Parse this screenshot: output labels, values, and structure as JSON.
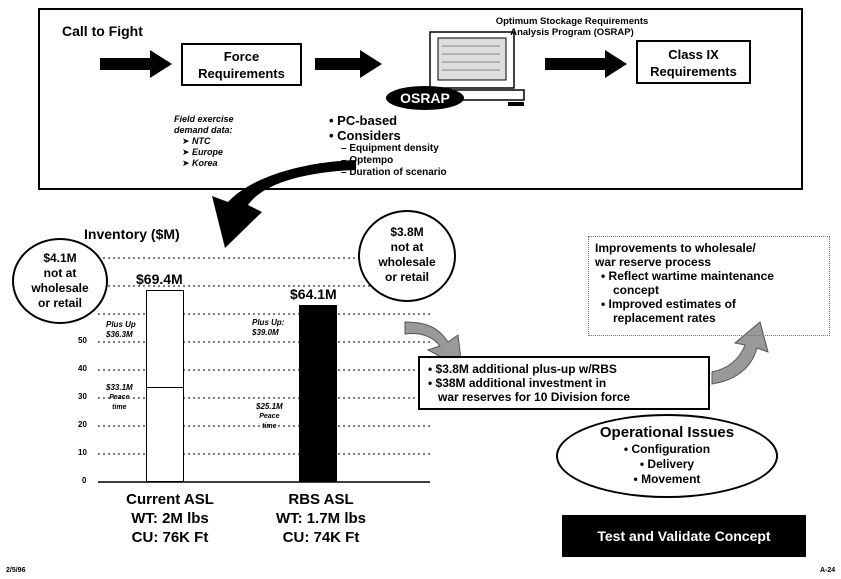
{
  "top": {
    "call_to_fight": "Call to Fight",
    "force_req_l1": "Force",
    "force_req_l2": "Requirements",
    "osrap_title_l1": "Optimum Stockage Requirements",
    "osrap_title_l2": "Analysis Program (OSRAP)",
    "osrap_badge": "OSRAP",
    "class_ix_l1": "Class IX",
    "class_ix_l2": "Requirements",
    "field_l1": "Field exercise",
    "field_l2": "demand data:",
    "field_items": [
      "➤ NTC",
      "➤ Europe",
      "➤ Korea"
    ],
    "pc_based": "• PC-based",
    "considers": "• Considers",
    "considers_items": [
      "– Equipment density",
      "– Optempo",
      "– Duration of scenario"
    ]
  },
  "inventory": {
    "title": "Inventory ($M)",
    "cloud_left": [
      "$4.1M",
      "not at",
      "wholesale",
      "or retail"
    ],
    "cloud_right": [
      "$3.8M",
      "not at",
      "wholesale",
      "or retail"
    ],
    "current_total": "$69.4M",
    "rbs_total": "$64.1M",
    "current_plus_l1": "Plus Up",
    "current_plus_l2": "$36.3M",
    "current_peace_l1": "$33.1M",
    "current_peace_l2": "Peace",
    "current_peace_l3": "time",
    "rbs_plus_l1": "Plus Up:",
    "rbs_plus_l2": "$39.0M",
    "rbs_peace_l1": "$25.1M",
    "rbs_peace_l2": "Peace",
    "rbs_peace_l3": "time",
    "ticks": [
      "0",
      "10",
      "20",
      "30",
      "40",
      "50"
    ],
    "current_label": "Current ASL",
    "current_wt": "WT:  2M  lbs",
    "current_cu": "CU:  76K  Ft",
    "rbs_label": "RBS ASL",
    "rbs_wt": "WT:  1.7M  lbs",
    "rbs_cu": "CU:  74K  Ft"
  },
  "right": {
    "improvements_l1": "Improvements to wholesale/",
    "improvements_l2": "war reserve process",
    "improvements_items": [
      "• Reflect wartime maintenance",
      "concept",
      "• Improved estimates of",
      "replacement rates"
    ],
    "rbs_items": [
      "• $3.8M additional plus-up w/RBS",
      "• $38M additional investment in",
      "war reserves for 10 Division force"
    ],
    "op_title": "Operational Issues",
    "op_items": [
      "• Configuration",
      "• Delivery",
      "• Movement"
    ],
    "test_button": "Test and Validate Concept"
  },
  "footer": {
    "date": "2/5/96",
    "page": "A-24"
  },
  "chart_data": {
    "type": "bar",
    "categories": [
      "Current ASL",
      "RBS ASL"
    ],
    "series": [
      {
        "name": "Peace time",
        "values": [
          33.1,
          25.1
        ]
      },
      {
        "name": "Plus Up",
        "values": [
          36.3,
          39.0
        ]
      }
    ],
    "totals": [
      69.4,
      64.1
    ],
    "ylabel": "Inventory ($M)",
    "ylim": [
      0,
      70
    ],
    "yticks": [
      0,
      10,
      20,
      30,
      40,
      50
    ]
  }
}
